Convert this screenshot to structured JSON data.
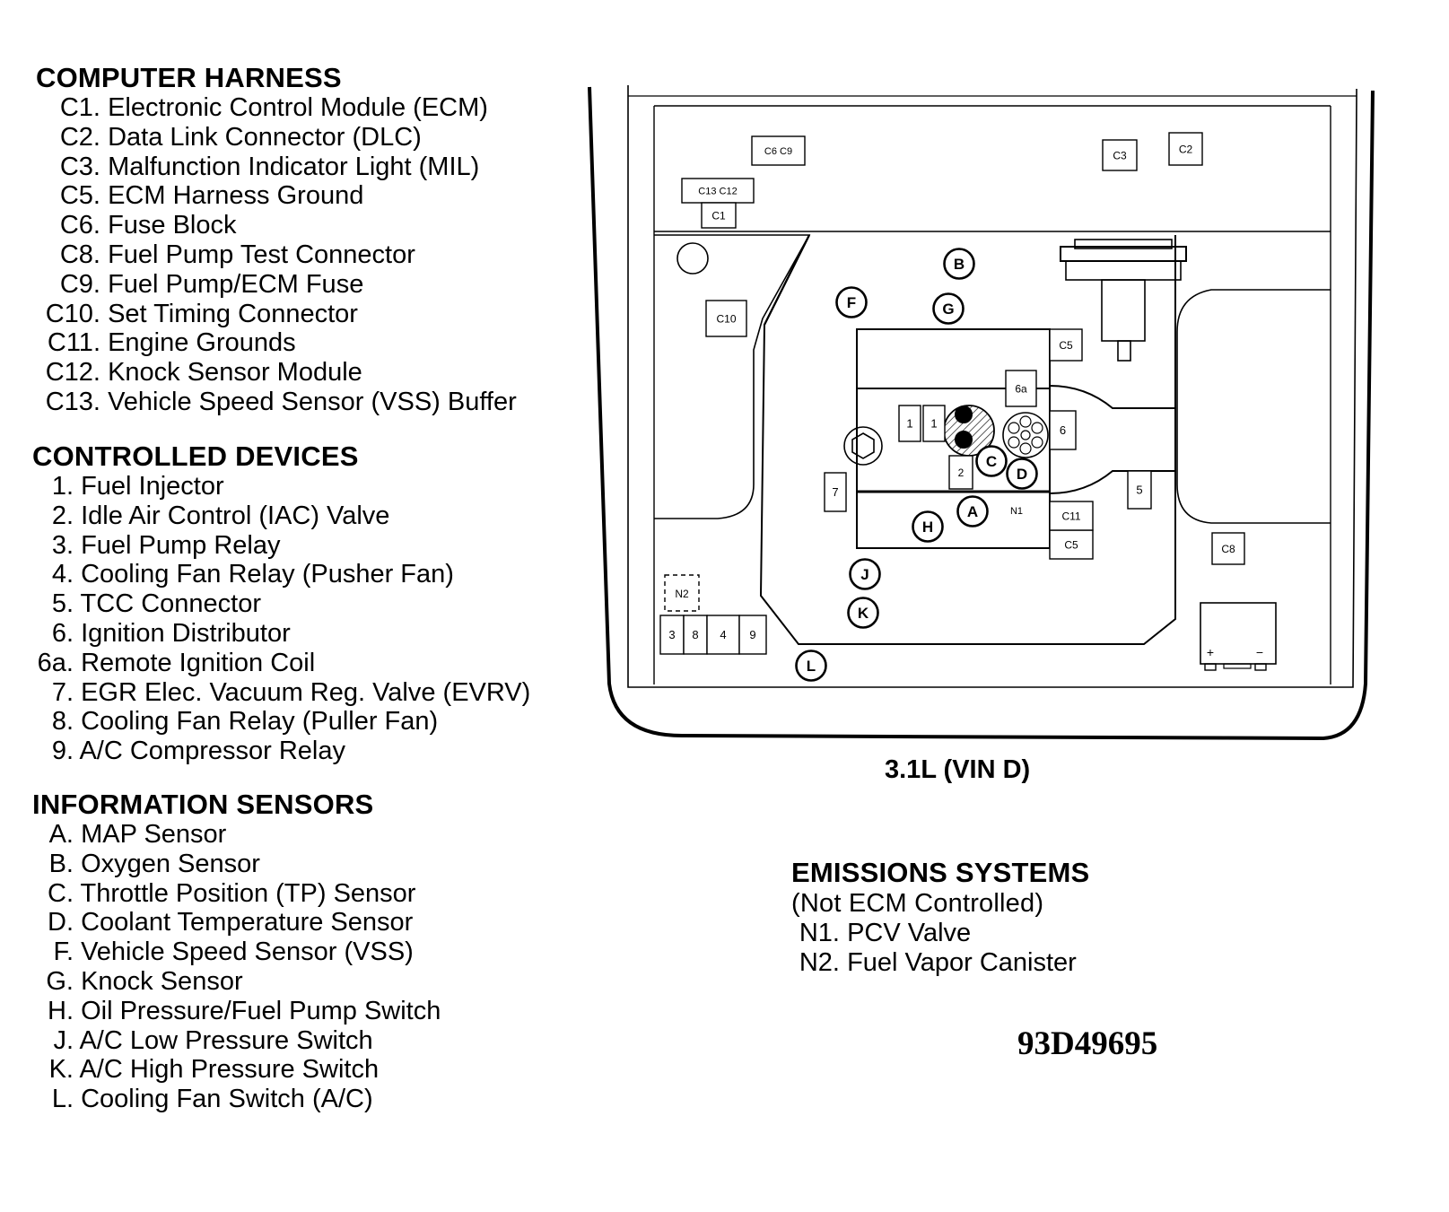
{
  "computer_harness": {
    "title": "COMPUTER HARNESS",
    "items": [
      {
        "code": "C1.",
        "text": "Electronic Control Module (ECM)"
      },
      {
        "code": "C2.",
        "text": "Data Link Connector (DLC)"
      },
      {
        "code": "C3.",
        "text": "Malfunction Indicator Light (MIL)"
      },
      {
        "code": "C5.",
        "text": "ECM Harness Ground"
      },
      {
        "code": "C6.",
        "text": "Fuse Block"
      },
      {
        "code": "C8.",
        "text": "Fuel Pump Test Connector"
      },
      {
        "code": "C9.",
        "text": "Fuel Pump/ECM Fuse"
      },
      {
        "code": "C10.",
        "text": "Set Timing Connector"
      },
      {
        "code": "C11.",
        "text": "Engine Grounds"
      },
      {
        "code": "C12.",
        "text": "Knock Sensor Module"
      },
      {
        "code": "C13.",
        "text": "Vehicle Speed Sensor (VSS) Buffer"
      }
    ]
  },
  "controlled_devices": {
    "title": "CONTROLLED DEVICES",
    "items": [
      {
        "code": "1.",
        "text": "Fuel Injector"
      },
      {
        "code": "2.",
        "text": "Idle Air Control (IAC) Valve"
      },
      {
        "code": "3.",
        "text": "Fuel Pump Relay"
      },
      {
        "code": "4.",
        "text": "Cooling Fan Relay (Pusher Fan)"
      },
      {
        "code": "5.",
        "text": "TCC Connector"
      },
      {
        "code": "6.",
        "text": "Ignition Distributor"
      },
      {
        "code": "6a.",
        "text": "Remote Ignition Coil"
      },
      {
        "code": "7.",
        "text": "EGR Elec. Vacuum Reg. Valve (EVRV)"
      },
      {
        "code": "8.",
        "text": "Cooling Fan Relay (Puller Fan)"
      },
      {
        "code": "9.",
        "text": "A/C Compressor Relay"
      }
    ]
  },
  "information_sensors": {
    "title": "INFORMATION SENSORS",
    "items": [
      {
        "code": "A.",
        "text": "MAP Sensor"
      },
      {
        "code": "B.",
        "text": "Oxygen Sensor"
      },
      {
        "code": "C.",
        "text": "Throttle Position (TP) Sensor"
      },
      {
        "code": "D.",
        "text": "Coolant Temperature Sensor"
      },
      {
        "code": "F.",
        "text": "Vehicle Speed Sensor (VSS)"
      },
      {
        "code": "G.",
        "text": "Knock Sensor"
      },
      {
        "code": "H.",
        "text": "Oil Pressure/Fuel Pump Switch"
      },
      {
        "code": "J.",
        "text": "A/C Low Pressure Switch"
      },
      {
        "code": "K.",
        "text": "A/C High Pressure Switch"
      },
      {
        "code": "L.",
        "text": "Cooling Fan Switch (A/C)"
      }
    ]
  },
  "emissions_systems": {
    "title": "EMISSIONS SYSTEMS",
    "subtitle": "(Not ECM Controlled)",
    "items": [
      {
        "code": "N1.",
        "text": "PCV Valve"
      },
      {
        "code": "N2.",
        "text": "Fuel Vapor Canister"
      }
    ]
  },
  "diagram": {
    "caption": "3.1L (VIN D)",
    "document_id": "93D49695",
    "box_labels": {
      "c6c9": "C6 C9",
      "c13c12": "C13 C12",
      "c1": "C1",
      "c3": "C3",
      "c2": "C2",
      "c10": "C10",
      "c5_top": "C5",
      "c5_bottom": "C5",
      "c11": "C11",
      "c8": "C8",
      "r6a": "6a",
      "r6": "6",
      "r1a": "1",
      "r1b": "1",
      "r2": "2",
      "r7": "7",
      "r5": "5",
      "n2": "N2",
      "r3": "3",
      "r8": "8",
      "r4": "4",
      "r9": "9",
      "n1": "N1",
      "bat_plus": "+",
      "bat_minus": "−"
    },
    "circle_labels": {
      "B": "B",
      "F": "F",
      "G": "G",
      "C": "C",
      "D": "D",
      "A": "A",
      "H": "H",
      "J": "J",
      "K": "K",
      "L": "L"
    }
  }
}
